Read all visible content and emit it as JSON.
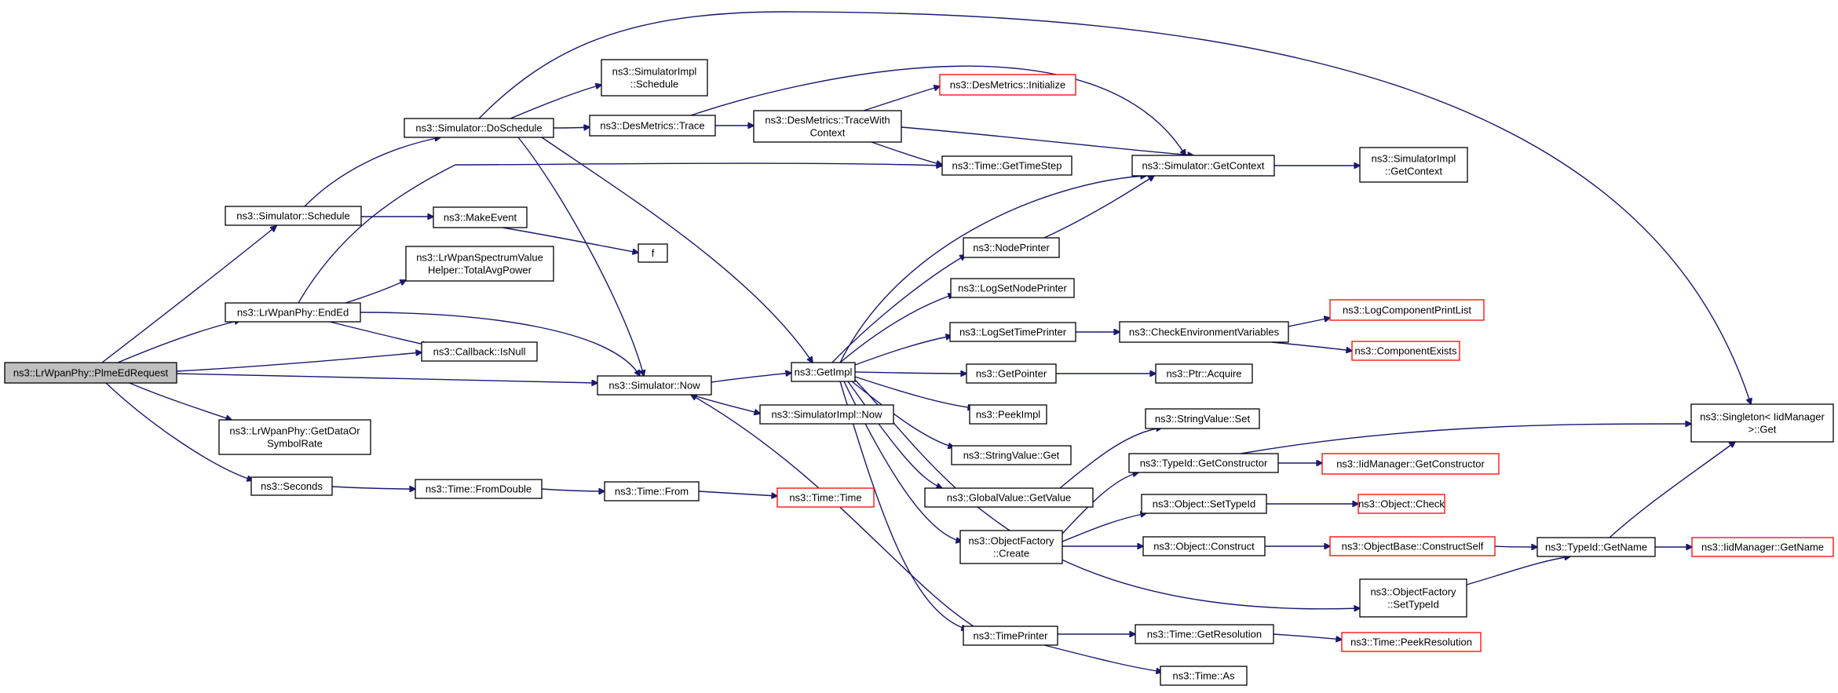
{
  "diagram": {
    "title": "",
    "colors": {
      "edge": "#191970",
      "border": "#000000",
      "external_border": "#ff0000",
      "root_fill": "#bfbfbf"
    },
    "nodes": [
      {
        "id": "plme",
        "lines": [
          "ns3::LrWpanPhy::PlmeEdRequest"
        ],
        "root": true
      },
      {
        "id": "schedule",
        "lines": [
          "ns3::Simulator::Schedule"
        ]
      },
      {
        "id": "ended",
        "lines": [
          "ns3::LrWpanPhy::EndEd"
        ]
      },
      {
        "id": "getdata",
        "lines": [
          "ns3::LrWpanPhy::GetDataOr",
          "SymbolRate"
        ]
      },
      {
        "id": "seconds",
        "lines": [
          "ns3::Seconds"
        ]
      },
      {
        "id": "doschedule",
        "lines": [
          "ns3::Simulator::DoSchedule"
        ]
      },
      {
        "id": "makeevent",
        "lines": [
          "ns3::MakeEvent"
        ]
      },
      {
        "id": "totalavg",
        "lines": [
          "ns3::LrWpanSpectrumValue",
          "Helper::TotalAvgPower"
        ]
      },
      {
        "id": "isnull",
        "lines": [
          "ns3::Callback::IsNull"
        ]
      },
      {
        "id": "now",
        "lines": [
          "ns3::Simulator::Now"
        ]
      },
      {
        "id": "fromdouble",
        "lines": [
          "ns3::Time::FromDouble"
        ]
      },
      {
        "id": "implschedule",
        "lines": [
          "ns3::SimulatorImpl",
          "::Schedule"
        ]
      },
      {
        "id": "trace",
        "lines": [
          "ns3::DesMetrics::Trace"
        ]
      },
      {
        "id": "f",
        "lines": [
          "f"
        ]
      },
      {
        "id": "getimpl",
        "lines": [
          "ns3::GetImpl"
        ]
      },
      {
        "id": "implnow",
        "lines": [
          "ns3::SimulatorImpl::Now"
        ]
      },
      {
        "id": "from",
        "lines": [
          "ns3::Time::From"
        ]
      },
      {
        "id": "tracectx",
        "lines": [
          "ns3::DesMetrics::TraceWith",
          "Context"
        ]
      },
      {
        "id": "initialize",
        "lines": [
          "ns3::DesMetrics::Initialize"
        ],
        "external": true
      },
      {
        "id": "timetime",
        "lines": [
          "ns3::Time::Time"
        ],
        "external": true
      },
      {
        "id": "gettimestep",
        "lines": [
          "ns3::Time::GetTimeStep"
        ]
      },
      {
        "id": "nodeprinter",
        "lines": [
          "ns3::NodePrinter"
        ]
      },
      {
        "id": "logsetnode",
        "lines": [
          "ns3::LogSetNodePrinter"
        ]
      },
      {
        "id": "logsettime",
        "lines": [
          "ns3::LogSetTimePrinter"
        ]
      },
      {
        "id": "getpointer",
        "lines": [
          "ns3::GetPointer"
        ]
      },
      {
        "id": "peekimpl",
        "lines": [
          "ns3::PeekImpl"
        ]
      },
      {
        "id": "strget",
        "lines": [
          "ns3::StringValue::Get"
        ]
      },
      {
        "id": "globalget",
        "lines": [
          "ns3::GlobalValue::GetValue"
        ]
      },
      {
        "id": "ofcreate",
        "lines": [
          "ns3::ObjectFactory",
          "::Create"
        ]
      },
      {
        "id": "timeprinter",
        "lines": [
          "ns3::TimePrinter"
        ]
      },
      {
        "id": "getcontext",
        "lines": [
          "ns3::Simulator::GetContext"
        ]
      },
      {
        "id": "checkenv",
        "lines": [
          "ns3::CheckEnvironmentVariables"
        ]
      },
      {
        "id": "ptracquire",
        "lines": [
          "ns3::Ptr::Acquire"
        ]
      },
      {
        "id": "strset",
        "lines": [
          "ns3::StringValue::Set"
        ]
      },
      {
        "id": "getconstructor",
        "lines": [
          "ns3::TypeId::GetConstructor"
        ]
      },
      {
        "id": "setypeid",
        "lines": [
          "ns3::Object::SetTypeId"
        ]
      },
      {
        "id": "construct",
        "lines": [
          "ns3::Object::Construct"
        ]
      },
      {
        "id": "ofsettypeid",
        "lines": [
          "ns3::ObjectFactory",
          "::SetTypeId"
        ]
      },
      {
        "id": "getres",
        "lines": [
          "ns3::Time::GetResolution"
        ]
      },
      {
        "id": "timeas",
        "lines": [
          "ns3::Time::As"
        ]
      },
      {
        "id": "implgetctx",
        "lines": [
          "ns3::SimulatorImpl",
          "::GetContext"
        ]
      },
      {
        "id": "logcomp",
        "lines": [
          "ns3::LogComponentPrintList"
        ],
        "external": true
      },
      {
        "id": "compexists",
        "lines": [
          "ns3::ComponentExists"
        ],
        "external": true
      },
      {
        "id": "iidgetctor",
        "lines": [
          "ns3::IidManager::GetConstructor"
        ],
        "external": true
      },
      {
        "id": "objcheck",
        "lines": [
          "ns3::Object::Check"
        ],
        "external": true
      },
      {
        "id": "constructself",
        "lines": [
          "ns3::ObjectBase::ConstructSelf"
        ],
        "external": true
      },
      {
        "id": "peekres",
        "lines": [
          "ns3::Time::PeekResolution"
        ],
        "external": true
      },
      {
        "id": "singleton",
        "lines": [
          "ns3::Singleton< IidManager",
          ">::Get"
        ]
      },
      {
        "id": "typeidname",
        "lines": [
          "ns3::TypeId::GetName"
        ]
      },
      {
        "id": "iidgetname",
        "lines": [
          "ns3::IidManager::GetName"
        ],
        "external": true
      }
    ]
  }
}
